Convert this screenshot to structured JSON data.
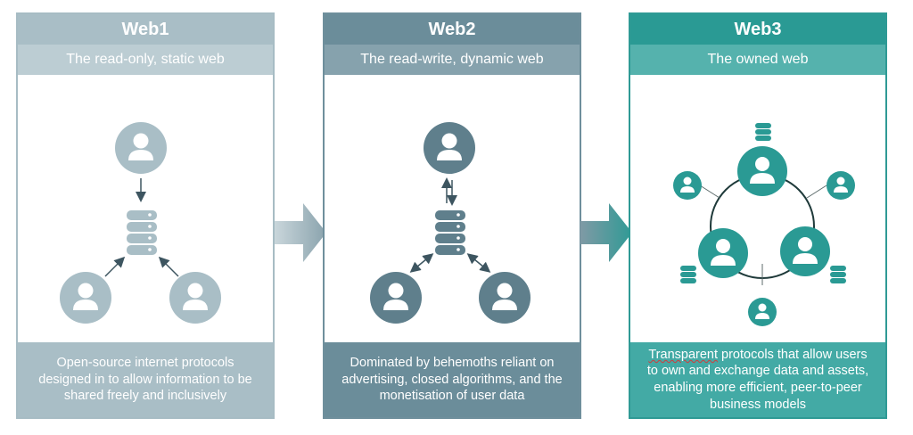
{
  "panels": [
    {
      "title": "Web1",
      "subtitle": "The read-only, static web",
      "description": "Open-source internet protocols designed in to allow information to be shared freely and inclusively",
      "colors": {
        "accent": "#a9bec6",
        "node": "#a9bec6",
        "arrow": "#3d5560"
      }
    },
    {
      "title": "Web2",
      "subtitle": "The read-write, dynamic web",
      "description": "Dominated by behemoths reliant on advertising, closed algorithms, and the monetisation of user data",
      "colors": {
        "accent": "#6b8d9a",
        "node": "#5f7f8c",
        "arrow": "#3d5560"
      }
    },
    {
      "title": "Web3",
      "subtitle": "The owned web",
      "description_parts": [
        "Transparent",
        " protocols that allow users to own and exchange data and assets, enabling more efficient, peer-to-peer business models"
      ],
      "colors": {
        "accent": "#2a9a94",
        "node": "#2a9a94",
        "line": "#1f3a3a"
      }
    }
  ],
  "icons": [
    "user-icon",
    "database-icon",
    "arrow-right-icon"
  ]
}
